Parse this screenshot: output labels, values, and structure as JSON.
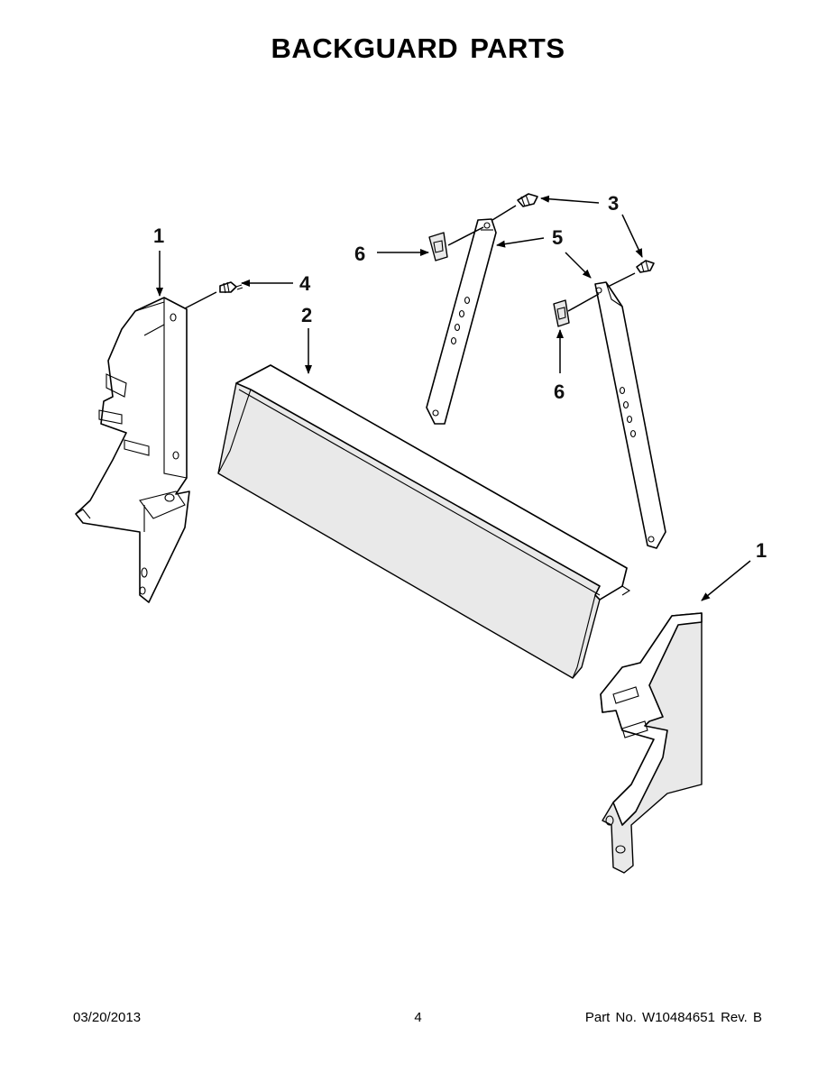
{
  "title": "BACKGUARD PARTS",
  "callouts": {
    "side_bracket_left": "1",
    "side_bracket_right": "1",
    "backguard": "2",
    "screw_upper": "3",
    "screw_lower": "4",
    "support_strip": "5",
    "clip_left": "6",
    "clip_right": "6"
  },
  "footer": {
    "date": "03/20/2013",
    "page": "4",
    "part_no": "Part No.  W10484651  Rev.  B"
  }
}
